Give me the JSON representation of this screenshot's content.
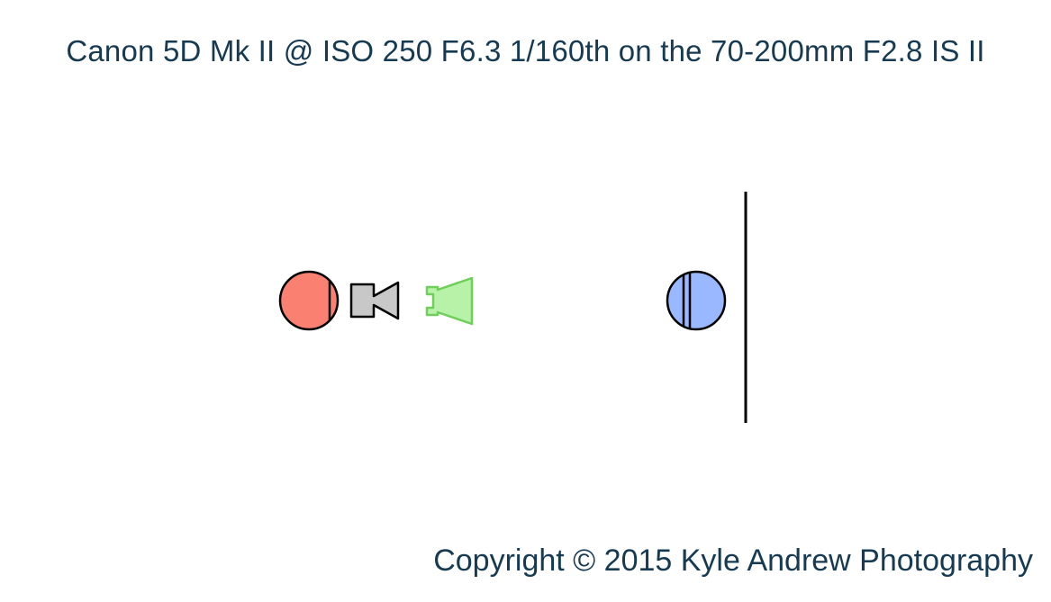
{
  "title": "Canon 5D Mk II @ ISO 250 F6.3 1/160th on the 70-200mm F2.8 IS II",
  "copyright": "Copyright © 2015 Kyle Andrew Photography",
  "diagram": {
    "items": [
      {
        "name": "subject",
        "icon": "person-icon",
        "fill": "#fa8072"
      },
      {
        "name": "camera",
        "icon": "camera-icon",
        "fill": "#c8c8c8"
      },
      {
        "name": "flash",
        "icon": "flash-icon",
        "fill": "#b7f2a8"
      },
      {
        "name": "second-person",
        "icon": "person-icon",
        "fill": "#99b8ff"
      },
      {
        "name": "wall",
        "icon": "wall-line"
      }
    ]
  }
}
